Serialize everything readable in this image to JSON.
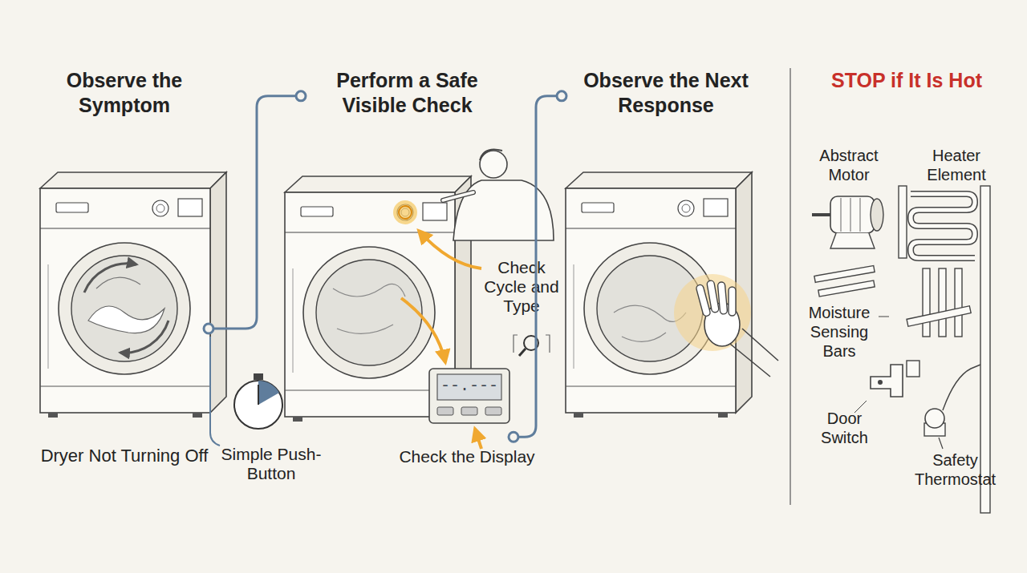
{
  "diagram": {
    "nodes": [
      {
        "text": [
          "Observe the Symptom",
          "Dryer Not Turning Off"
        ]
      },
      {
        "text": [
          "Perform a Safe Visible Check"
        ]
      },
      {
        "text": [
          "Observe the Next Response"
        ]
      },
      {
        "text": [
          "STOP if It Is Hot"
        ]
      }
    ],
    "edges": [
      {
        "from": 0,
        "to": 1,
        "arrow": "none"
      },
      {
        "from": 1,
        "to": 2,
        "arrow": "none"
      }
    ],
    "labels": [
      "Simple Push-Button",
      "Check Cycle and Type",
      "--.---",
      "Check the Display",
      "Abstract Motor",
      "Heater Element",
      "Moisture Sensing Bars",
      "Door Switch",
      "Safety Thermostat"
    ]
  }
}
